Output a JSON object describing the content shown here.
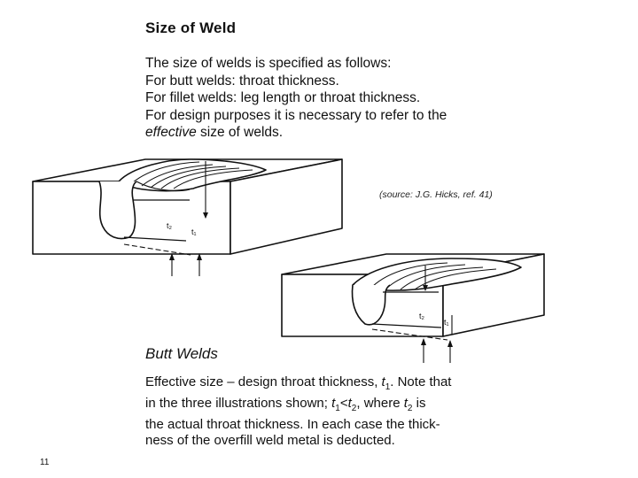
{
  "header": {
    "title": "Size of Weld"
  },
  "intro": {
    "lines": [
      "The size of welds is specified as follows:",
      "For butt welds: throat thickness.",
      "For fillet welds: leg length or throat thickness.",
      "For design purposes it is necessary to refer to the"
    ],
    "last_line_emph": "effective",
    "last_line_rest": " size of welds."
  },
  "figure": {
    "source": "(source: J.G. Hicks, ref. 41)",
    "label_t2": "t₂",
    "label_t1": "t₁"
  },
  "section": {
    "title": "Butt Welds",
    "line1_a": "Effective size – design throat thickness, ",
    "line1_var": "t",
    "line1_sub": "1",
    "line1_b": ". Note that",
    "line2_a": "in the three illustrations shown; ",
    "line2_t1": "t",
    "line2_s1": "1",
    "line2_lt": "<",
    "line2_t2": "t",
    "line2_s2": "2",
    "line2_b": ", where ",
    "line2_t3": "t",
    "line2_s3": "2",
    "line2_c": " is",
    "line3": "the actual throat thickness. In each case the thick-",
    "line4": "ness of the overfill weld metal is deducted."
  },
  "footer": {
    "page_number": "11"
  }
}
